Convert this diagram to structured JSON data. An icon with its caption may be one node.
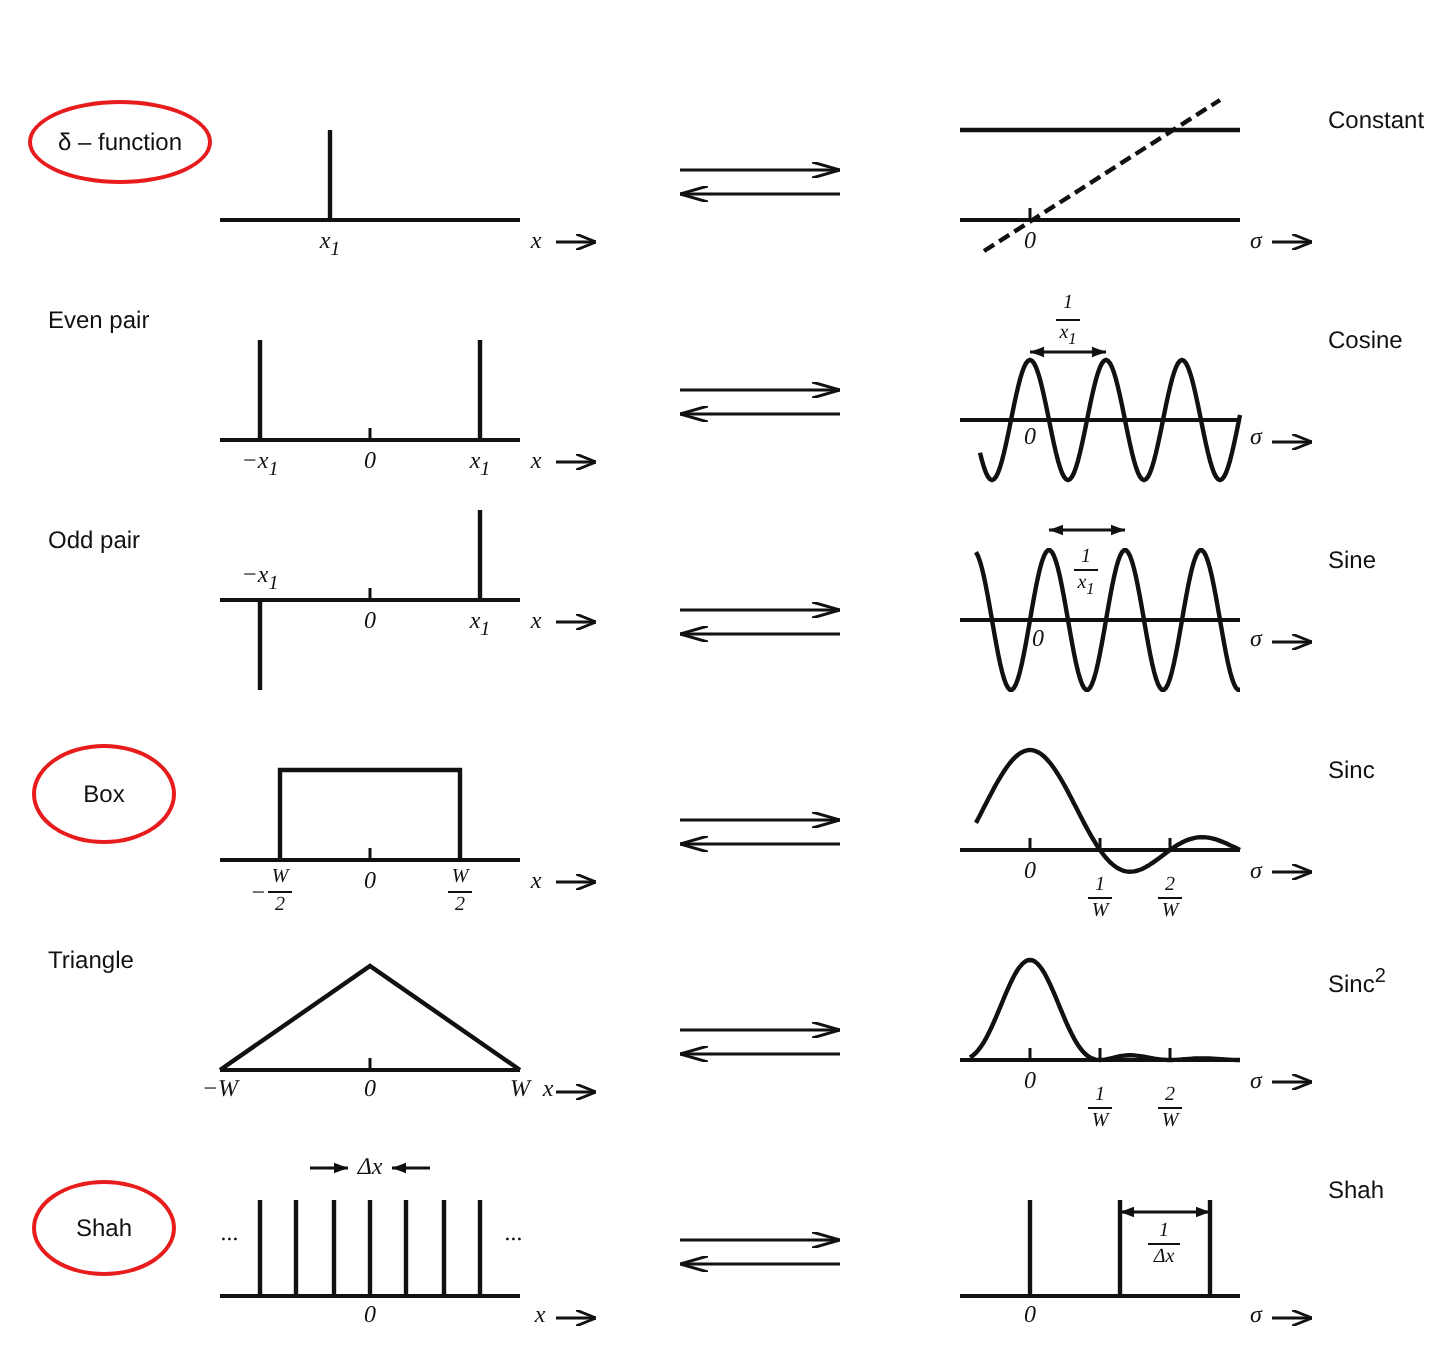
{
  "diagram": {
    "nodes": [
      {
        "text": [
          "δ – function"
        ]
      },
      {
        "text": [
          "x$_{1}$",
          "x"
        ]
      },
      {
        "text": [
          "0",
          "σ"
        ],
        "beside": [
          "Constant"
        ]
      },
      {
        "text": [
          "−x$_{1}$",
          "0",
          "x$_{1}$",
          "x"
        ],
        "beside": [
          "Even pair"
        ]
      },
      {
        "text": [
          "1",
          "x$_{1}$",
          "0",
          "σ"
        ],
        "beside": [
          "Cosine"
        ]
      },
      {
        "text": [
          "−x$_{1}$",
          "0",
          "x$_{1}$",
          "x"
        ],
        "beside": [
          "Odd pair"
        ]
      },
      {
        "text": [
          "1",
          "x$_{1}$",
          "0",
          "σ"
        ],
        "beside": [
          "Sine"
        ]
      },
      {
        "text": [
          "Box"
        ]
      },
      {
        "text": [
          "−",
          "W",
          "2",
          "0",
          "W",
          "2",
          "x"
        ]
      },
      {
        "text": [
          "0",
          "1",
          "W",
          "2",
          "W",
          "σ"
        ],
        "beside": [
          "Sinc"
        ]
      },
      {
        "text": [
          "−W",
          "0",
          "W",
          "x"
        ],
        "beside": [
          "Triangle"
        ]
      },
      {
        "text": [
          "0",
          "1",
          "W",
          "2",
          "W",
          "σ"
        ],
        "beside": [
          "Sinc$^{2}$"
        ]
      },
      {
        "text": [
          "Shah"
        ]
      },
      {
        "text": [
          "Δx",
          "...",
          "...",
          "0",
          "x"
        ]
      },
      {
        "text": [
          "1",
          "Δx",
          "0",
          "σ"
        ],
        "beside": [
          "Shah"
        ]
      }
    ],
    "edges": [
      {
        "from": 1,
        "to": 2,
        "arrow": "to"
      },
      {
        "from": 2,
        "to": 1,
        "arrow": "to"
      },
      {
        "from": 3,
        "to": 4,
        "arrow": "to"
      },
      {
        "from": 4,
        "to": 3,
        "arrow": "to"
      },
      {
        "from": 5,
        "to": 6,
        "arrow": "to"
      },
      {
        "from": 6,
        "to": 5,
        "arrow": "to"
      },
      {
        "from": 8,
        "to": 9,
        "arrow": "to"
      },
      {
        "from": 9,
        "to": 8,
        "arrow": "to"
      },
      {
        "from": 10,
        "to": 11,
        "arrow": "to"
      },
      {
        "from": 11,
        "to": 10,
        "arrow": "to"
      },
      {
        "from": 13,
        "to": 14,
        "arrow": "to"
      },
      {
        "from": 14,
        "to": 13,
        "arrow": "to"
      }
    ]
  }
}
